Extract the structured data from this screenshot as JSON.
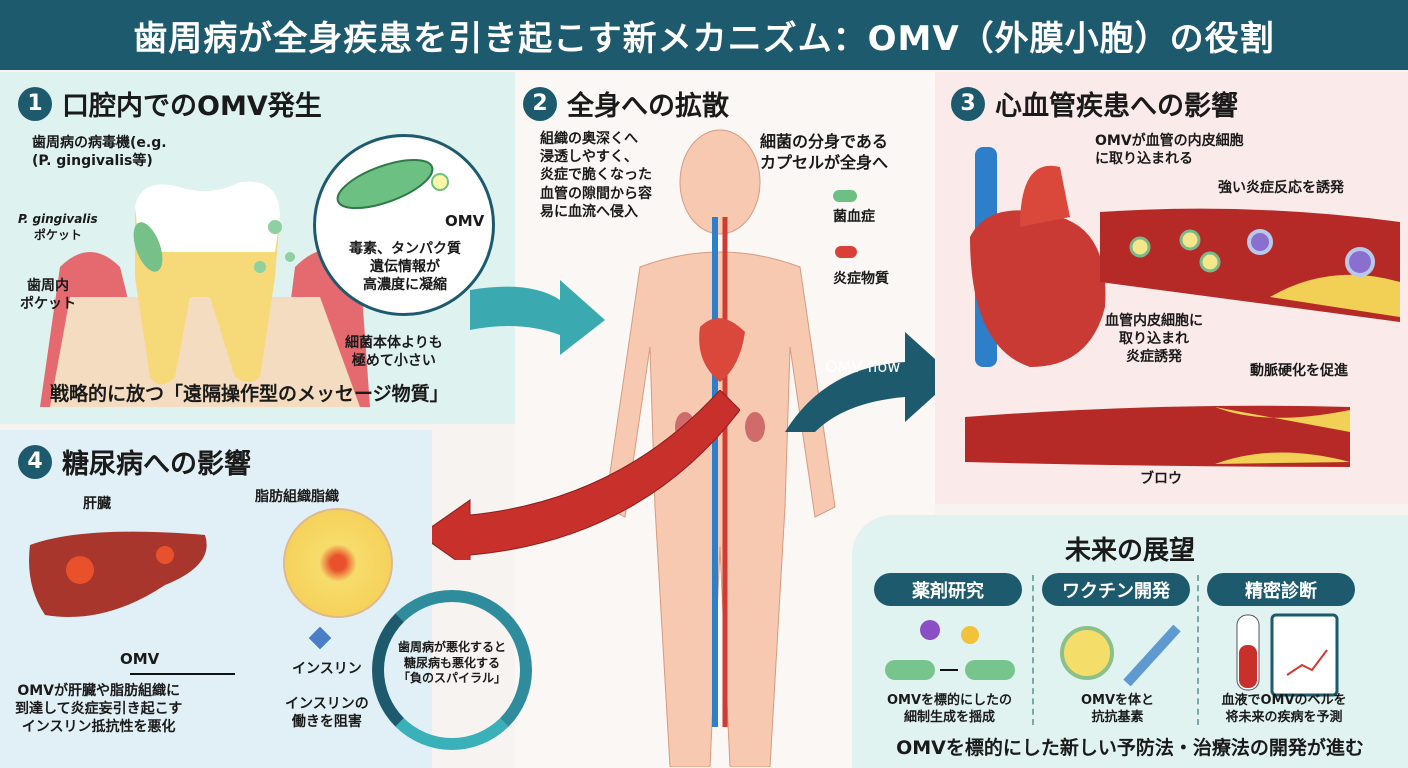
{
  "title": "歯周病が全身疾患を引き起こす新メカニズム：OMV（外膜小胞）の役割",
  "s1": {
    "num": "1",
    "heading": "口腔内でのOMV発生",
    "pathogen": "歯周病の病毒機(e.g.",
    "pathogen2": "(P. gingivalis等)",
    "pg": "P. gingivalis",
    "pg2": "ポケット",
    "pocket": "歯周内",
    "pocket2": "ポケット",
    "omv": "OMV",
    "contents": [
      "毒素、タンパク質",
      "遺伝情報が",
      "高濃度に凝縮"
    ],
    "size": [
      "細菌本体よりも",
      "極めて小さい"
    ],
    "caption": "戦略的に放つ「遠隔操作型のメッセージ物質」"
  },
  "s2": {
    "num": "2",
    "heading": "全身への拡散",
    "left_note": [
      "組織の奥深くへ",
      "浸透しやすく、",
      "炎症で脆くなった",
      "血管の隙間から容",
      "易に血流へ侵入"
    ],
    "right_note": [
      "細菌の分身である",
      "カプセルが全身へ"
    ],
    "legend": [
      "菌血症",
      "炎症物質"
    ],
    "flow": "OMV flow"
  },
  "s3": {
    "num": "3",
    "heading": "心血管疾患への影響",
    "note1": [
      "OMVが血管の内皮細胞",
      "に取り込まれる"
    ],
    "note2": "強い炎症反応を誘発",
    "note3": [
      "血管内皮細胞に",
      "取り込まれ",
      "炎症誘発"
    ],
    "note4": "動脈硬化を促進",
    "vessel_label": "ブロウ"
  },
  "s4": {
    "num": "4",
    "heading": "糖尿病への影響",
    "liver": "肝臓",
    "fat": "脂肪組織脂織",
    "omv": "OMV",
    "insulin": "インスリン",
    "block": [
      "インスリンの",
      "働きを阻害"
    ],
    "desc": [
      "OMVが肝臓や脂肪組織に",
      "到達して炎症妄引き起こす",
      "インスリン抵抗性を悪化"
    ],
    "spiral": [
      "歯周病が悪化すると",
      "糖尿病も悪化する",
      "「負のスパイラル」"
    ]
  },
  "future": {
    "heading": "未来の展望",
    "cols": [
      {
        "label": "薬剤研究",
        "text": [
          "OMVを標的にしたの",
          "細制生成を揺成"
        ]
      },
      {
        "label": "ワクチン開発",
        "text": [
          "OMVを体と",
          "抗抗基素"
        ]
      },
      {
        "label": "精密診断",
        "text": [
          "血液でOMVのベルを",
          "将未来の疾病を予測"
        ]
      }
    ],
    "footer": "OMVを標的にした新しい予防法・治療法の開発が進む"
  },
  "colors": {
    "primary": "#1e5a6d",
    "teal": "#2aa7ad",
    "red": "#c8302c"
  }
}
